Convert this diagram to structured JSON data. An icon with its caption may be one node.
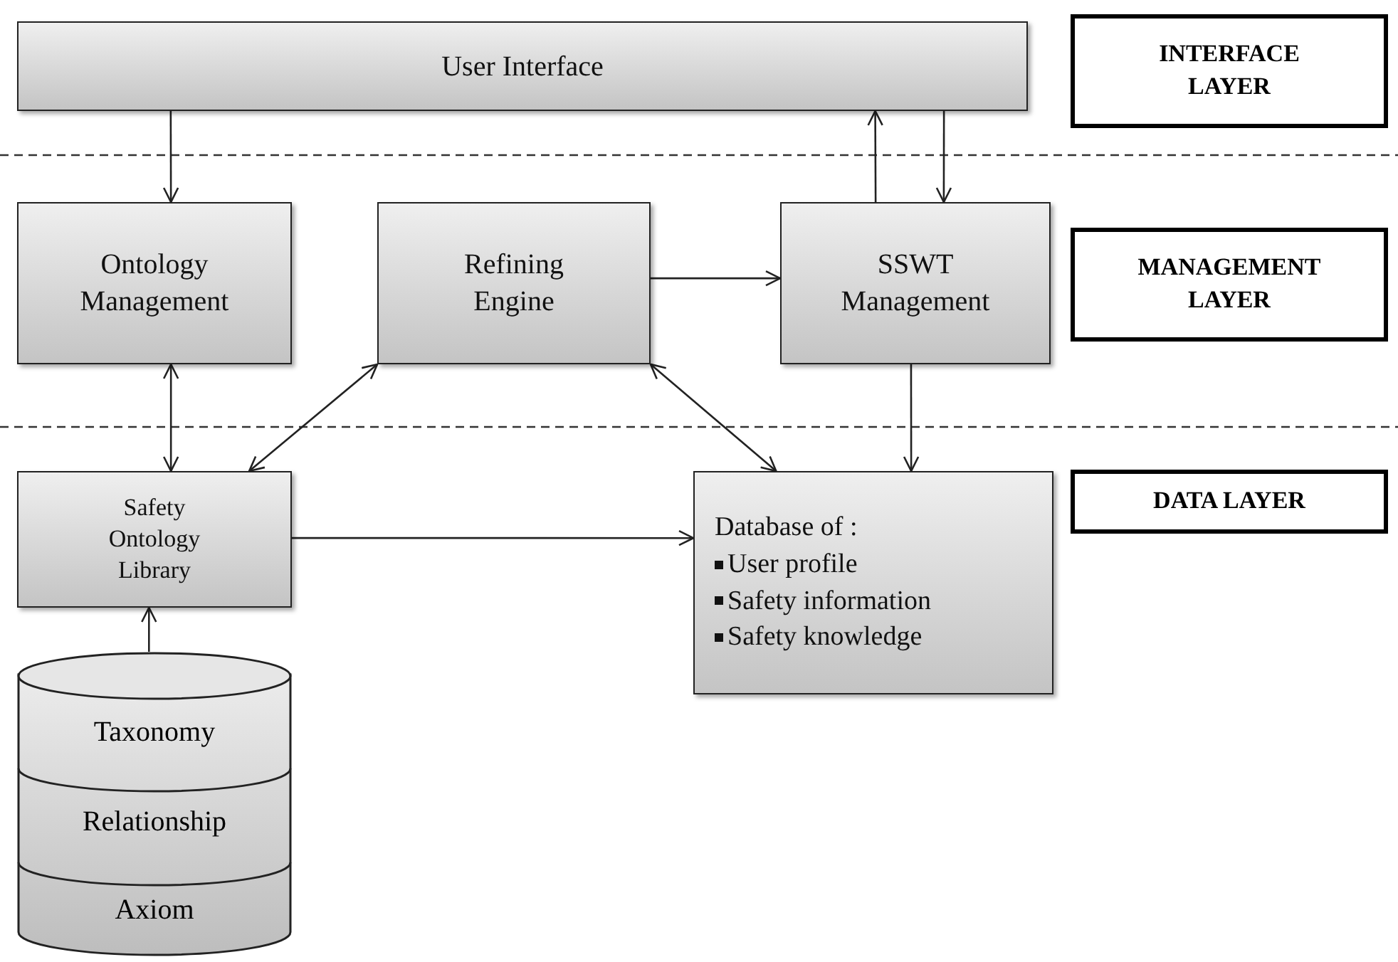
{
  "diagram": {
    "nodes": [
      {
        "text": [
          "User Interface"
        ]
      },
      {
        "text": [
          "Ontology Management"
        ]
      },
      {
        "text": [
          "Refining Engine"
        ]
      },
      {
        "text": [
          "SSWT Management"
        ]
      },
      {
        "text": [
          "Safety Ontology Library"
        ]
      },
      {
        "text": [
          "Database of :",
          "User profile",
          "Safety information",
          "Safety knowledge"
        ]
      },
      {
        "text": [
          "Taxonomy",
          "Relationship",
          "Axiom"
        ]
      },
      {
        "text": [
          "INTERFACE LAYER"
        ]
      },
      {
        "text": [
          "MANAGEMENT LAYER"
        ]
      },
      {
        "text": [
          "DATA LAYER"
        ]
      }
    ],
    "edges": [
      {
        "from": 0,
        "to": 1,
        "arrow": "to"
      },
      {
        "from": 3,
        "to": 0,
        "arrow": "to"
      },
      {
        "from": 0,
        "to": 3,
        "arrow": "to"
      },
      {
        "from": 2,
        "to": 3,
        "arrow": "to"
      },
      {
        "from": 1,
        "to": 4,
        "arrow": "both"
      },
      {
        "from": 2,
        "to": 4,
        "arrow": "both"
      },
      {
        "from": 2,
        "to": 5,
        "arrow": "both"
      },
      {
        "from": 3,
        "to": 5,
        "arrow": "to"
      },
      {
        "from": 4,
        "to": 5,
        "arrow": "to"
      },
      {
        "from": 6,
        "to": 4,
        "arrow": "to"
      }
    ]
  }
}
